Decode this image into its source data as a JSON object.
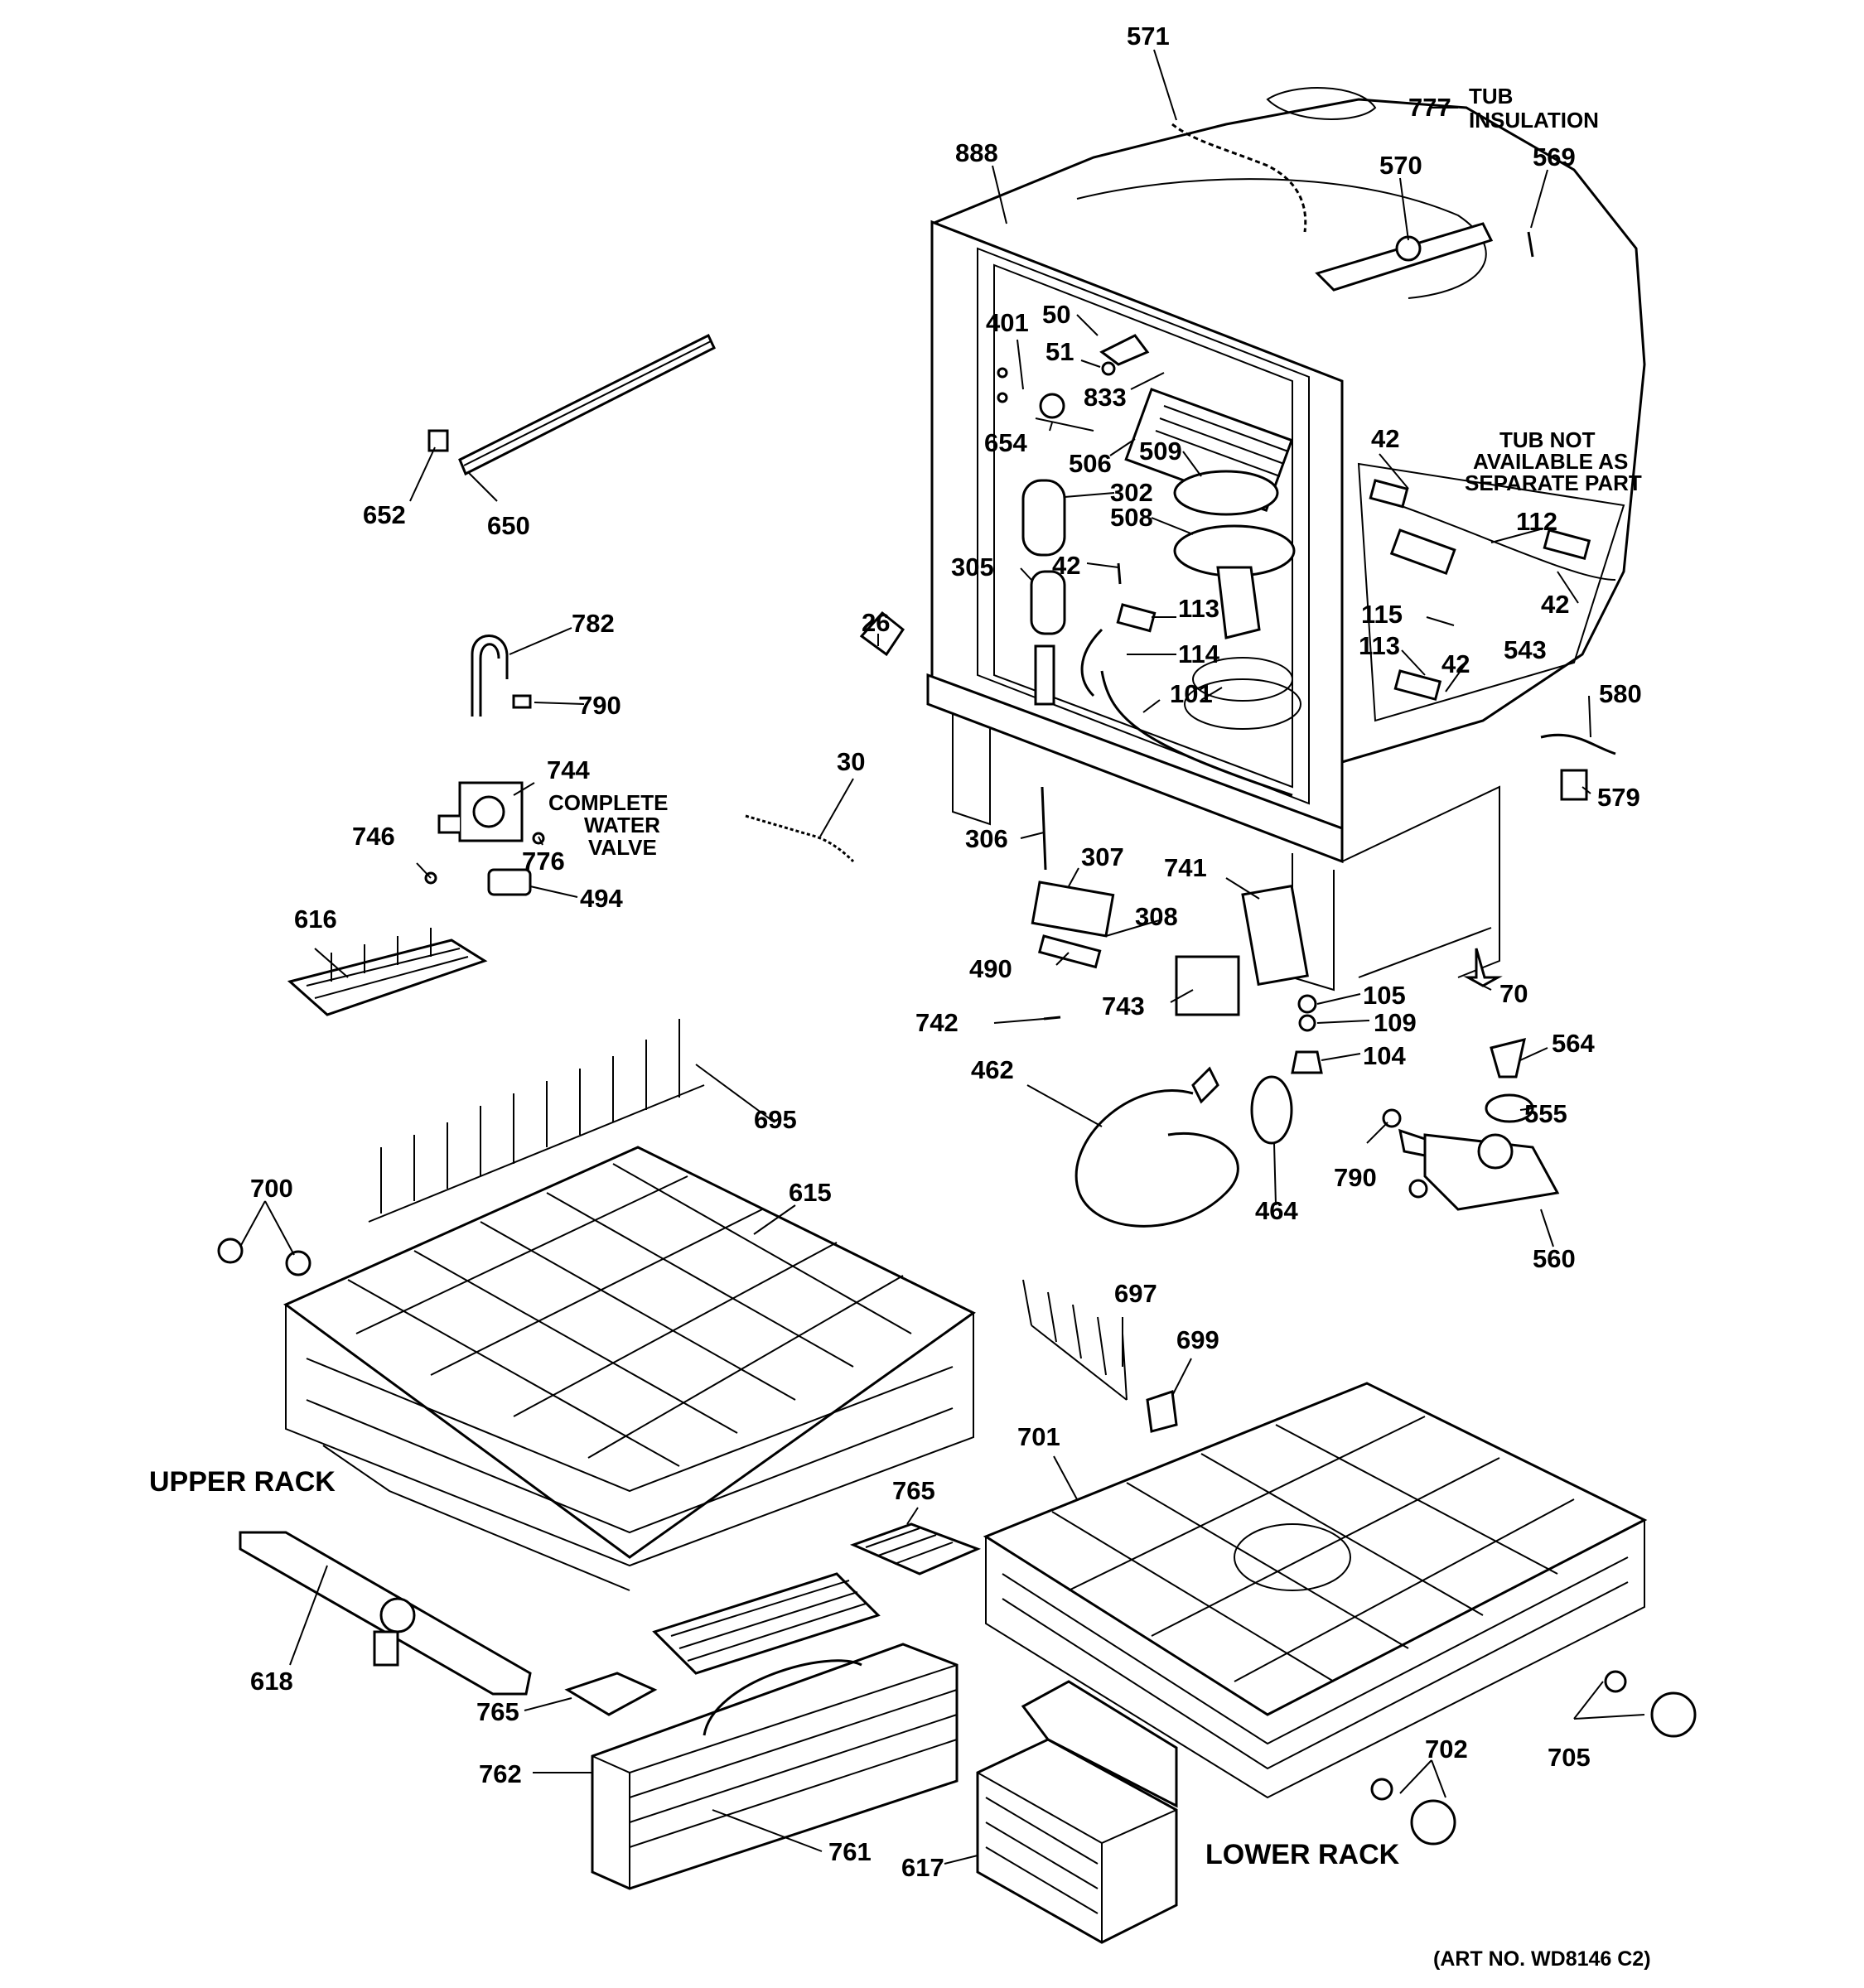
{
  "callouts": [
    {
      "id": "571",
      "text": "571"
    },
    {
      "id": "777",
      "text": "777"
    },
    {
      "id": "888",
      "text": "888"
    },
    {
      "id": "570",
      "text": "570"
    },
    {
      "id": "569",
      "text": "569"
    },
    {
      "id": "50",
      "text": "50"
    },
    {
      "id": "401",
      "text": "401"
    },
    {
      "id": "51",
      "text": "51"
    },
    {
      "id": "833",
      "text": "833"
    },
    {
      "id": "654",
      "text": "654"
    },
    {
      "id": "506",
      "text": "506"
    },
    {
      "id": "509",
      "text": "509"
    },
    {
      "id": "302",
      "text": "302"
    },
    {
      "id": "508",
      "text": "508"
    },
    {
      "id": "305",
      "text": "305"
    },
    {
      "id": "42a",
      "text": "42"
    },
    {
      "id": "42b",
      "text": "42"
    },
    {
      "id": "42c",
      "text": "42"
    },
    {
      "id": "42d",
      "text": "42"
    },
    {
      "id": "112",
      "text": "112"
    },
    {
      "id": "113a",
      "text": "113"
    },
    {
      "id": "113b",
      "text": "113"
    },
    {
      "id": "115",
      "text": "115"
    },
    {
      "id": "543",
      "text": "543"
    },
    {
      "id": "114",
      "text": "114"
    },
    {
      "id": "101",
      "text": "101"
    },
    {
      "id": "652",
      "text": "652"
    },
    {
      "id": "650",
      "text": "650"
    },
    {
      "id": "782",
      "text": "782"
    },
    {
      "id": "790a",
      "text": "790"
    },
    {
      "id": "26",
      "text": "26"
    },
    {
      "id": "30",
      "text": "30"
    },
    {
      "id": "744",
      "text": "744"
    },
    {
      "id": "746",
      "text": "746"
    },
    {
      "id": "776",
      "text": "776"
    },
    {
      "id": "494",
      "text": "494"
    },
    {
      "id": "580",
      "text": "580"
    },
    {
      "id": "579",
      "text": "579"
    },
    {
      "id": "306",
      "text": "306"
    },
    {
      "id": "307",
      "text": "307"
    },
    {
      "id": "741",
      "text": "741"
    },
    {
      "id": "308",
      "text": "308"
    },
    {
      "id": "490",
      "text": "490"
    },
    {
      "id": "616",
      "text": "616"
    },
    {
      "id": "743",
      "text": "743"
    },
    {
      "id": "105",
      "text": "105"
    },
    {
      "id": "70",
      "text": "70"
    },
    {
      "id": "109",
      "text": "109"
    },
    {
      "id": "742",
      "text": "742"
    },
    {
      "id": "104",
      "text": "104"
    },
    {
      "id": "564",
      "text": "564"
    },
    {
      "id": "462",
      "text": "462"
    },
    {
      "id": "695",
      "text": "695"
    },
    {
      "id": "555",
      "text": "555"
    },
    {
      "id": "790b",
      "text": "790"
    },
    {
      "id": "464",
      "text": "464"
    },
    {
      "id": "700",
      "text": "700"
    },
    {
      "id": "615",
      "text": "615"
    },
    {
      "id": "560",
      "text": "560"
    },
    {
      "id": "697",
      "text": "697"
    },
    {
      "id": "699",
      "text": "699"
    },
    {
      "id": "701",
      "text": "701"
    },
    {
      "id": "765a",
      "text": "765"
    },
    {
      "id": "618",
      "text": "618"
    },
    {
      "id": "765b",
      "text": "765"
    },
    {
      "id": "702",
      "text": "702"
    },
    {
      "id": "705",
      "text": "705"
    },
    {
      "id": "762",
      "text": "762"
    },
    {
      "id": "761",
      "text": "761"
    },
    {
      "id": "617",
      "text": "617"
    }
  ],
  "notes": {
    "tub_insulation_1": "TUB",
    "tub_insulation_2": "INSULATION",
    "tub_not_1": "TUB NOT",
    "tub_not_2": "AVAILABLE AS",
    "tub_not_3": "SEPARATE PART",
    "valve_1": "COMPLETE",
    "valve_2": "WATER",
    "valve_3": "VALVE"
  },
  "titles": {
    "upper_rack": "UPPER RACK",
    "lower_rack": "LOWER RACK"
  },
  "art_number": "(ART NO. WD8146 C2)"
}
